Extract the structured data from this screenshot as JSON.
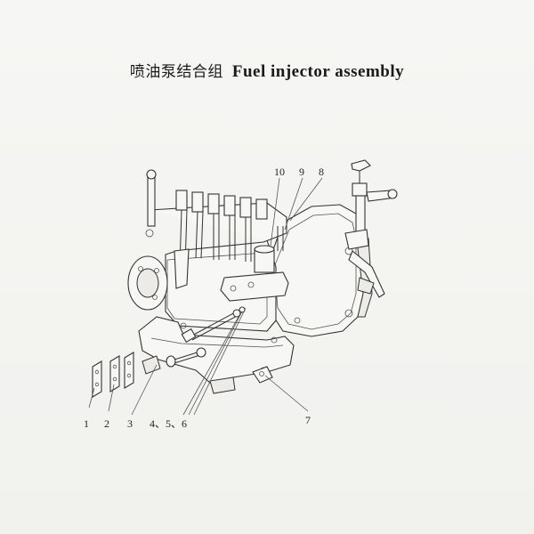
{
  "title": {
    "cn": "喷油泵结合组",
    "en": "Fuel injector assembly"
  },
  "callouts": {
    "c1": "1",
    "c2": "2",
    "c3": "3",
    "c456": "4、5、6",
    "c7": "7",
    "c8": "8",
    "c9": "9",
    "c10": "10"
  }
}
